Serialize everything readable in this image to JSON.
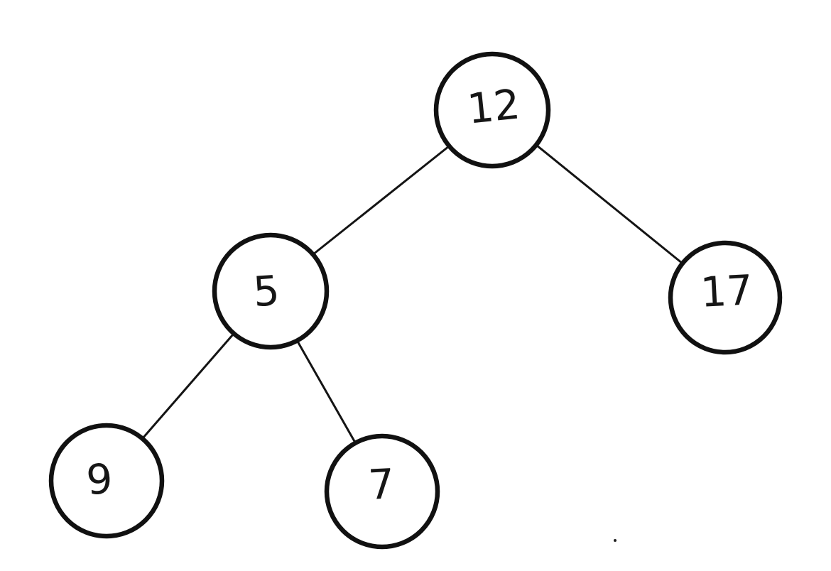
{
  "diagram": {
    "kind": "binary-tree-sketch",
    "style": "hand-drawn whiteboard sketch, black ink on white",
    "ink_color": "#111111",
    "background_color": "#ffffff",
    "nodes": [
      {
        "id": "root",
        "label": "12",
        "parent": null,
        "position": "top-center"
      },
      {
        "id": "left",
        "label": "5",
        "parent": "root",
        "position": "middle-left"
      },
      {
        "id": "right",
        "label": "17",
        "parent": "root",
        "position": "middle-right"
      },
      {
        "id": "left-left",
        "label": "9",
        "parent": "left",
        "position": "bottom-left"
      },
      {
        "id": "left-right",
        "label": "7",
        "parent": "left",
        "position": "bottom-center"
      }
    ],
    "edges": [
      {
        "from": "root",
        "to": "left"
      },
      {
        "from": "root",
        "to": "right"
      },
      {
        "from": "left",
        "to": "left-left"
      },
      {
        "from": "left",
        "to": "left-right"
      }
    ],
    "stray_mark": {
      "note": "tiny ink dot near bottom right"
    }
  }
}
